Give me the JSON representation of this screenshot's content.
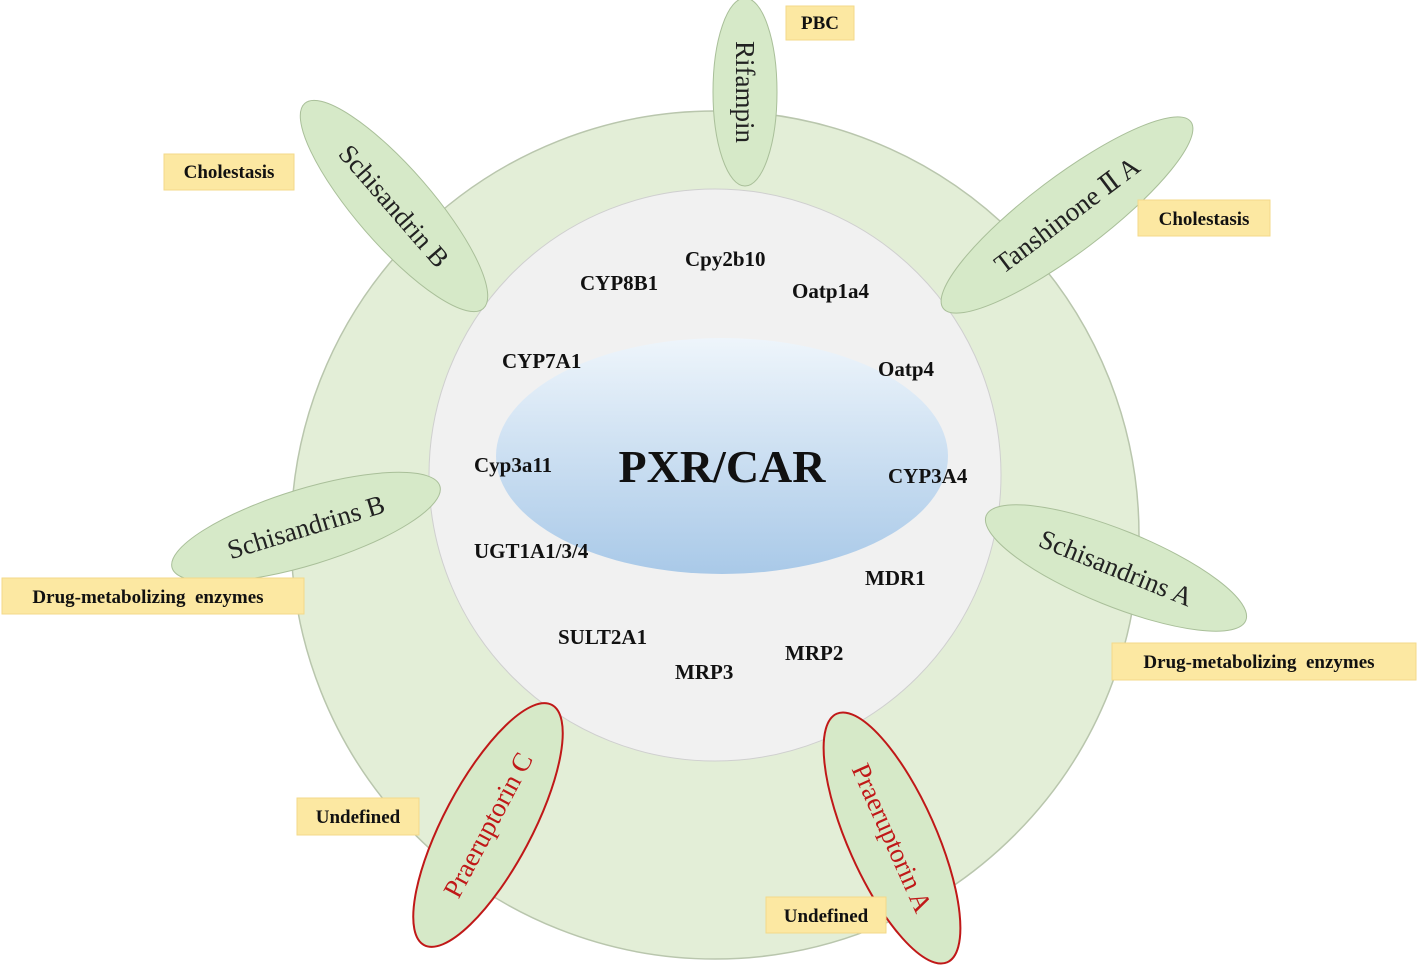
{
  "center": {
    "label": "PXR/CAR"
  },
  "genes": [
    "Cpy2b10",
    "CYP8B1",
    "Oatp1a4",
    "CYP7A1",
    "Oatp4",
    "Cyp3a11",
    "CYP3A4",
    "UGT1A1/3/4",
    "MDR1",
    "SULT2A1",
    "MRP2",
    "MRP3"
  ],
  "compounds": [
    {
      "name": "Rifampin",
      "effect": "PBC",
      "style": "normal"
    },
    {
      "name": "Schisandrin B",
      "effect": "Cholestasis",
      "style": "normal"
    },
    {
      "name": "Tanshinone Ⅱ A",
      "effect": "Cholestasis",
      "style": "normal"
    },
    {
      "name": "Schisandrins B",
      "effect": "Drug-metabolizing  enzymes",
      "style": "normal"
    },
    {
      "name": "Schisandrins A",
      "effect": "Drug-metabolizing  enzymes",
      "style": "normal"
    },
    {
      "name": "Praeruptorin C",
      "effect": "Undefined",
      "style": "highlight"
    },
    {
      "name": "Praeruptorin A",
      "effect": "Undefined",
      "style": "highlight"
    }
  ],
  "colors": {
    "outer_ring": "#e3eed7",
    "outer_ring_stroke": "#b9c6ad",
    "inner_circle": "#f1f1f1",
    "inner_circle_stroke": "#cfcfcf",
    "core_top": "#eef5fb",
    "core_bottom": "#a9c9e8",
    "pill_fill": "#d6e9c8",
    "pill_stroke": "#a9bf99",
    "pill_text": "#222222",
    "highlight_stroke": "#c01818",
    "highlight_text": "#c01818",
    "effect_box": "#fce8a2"
  }
}
